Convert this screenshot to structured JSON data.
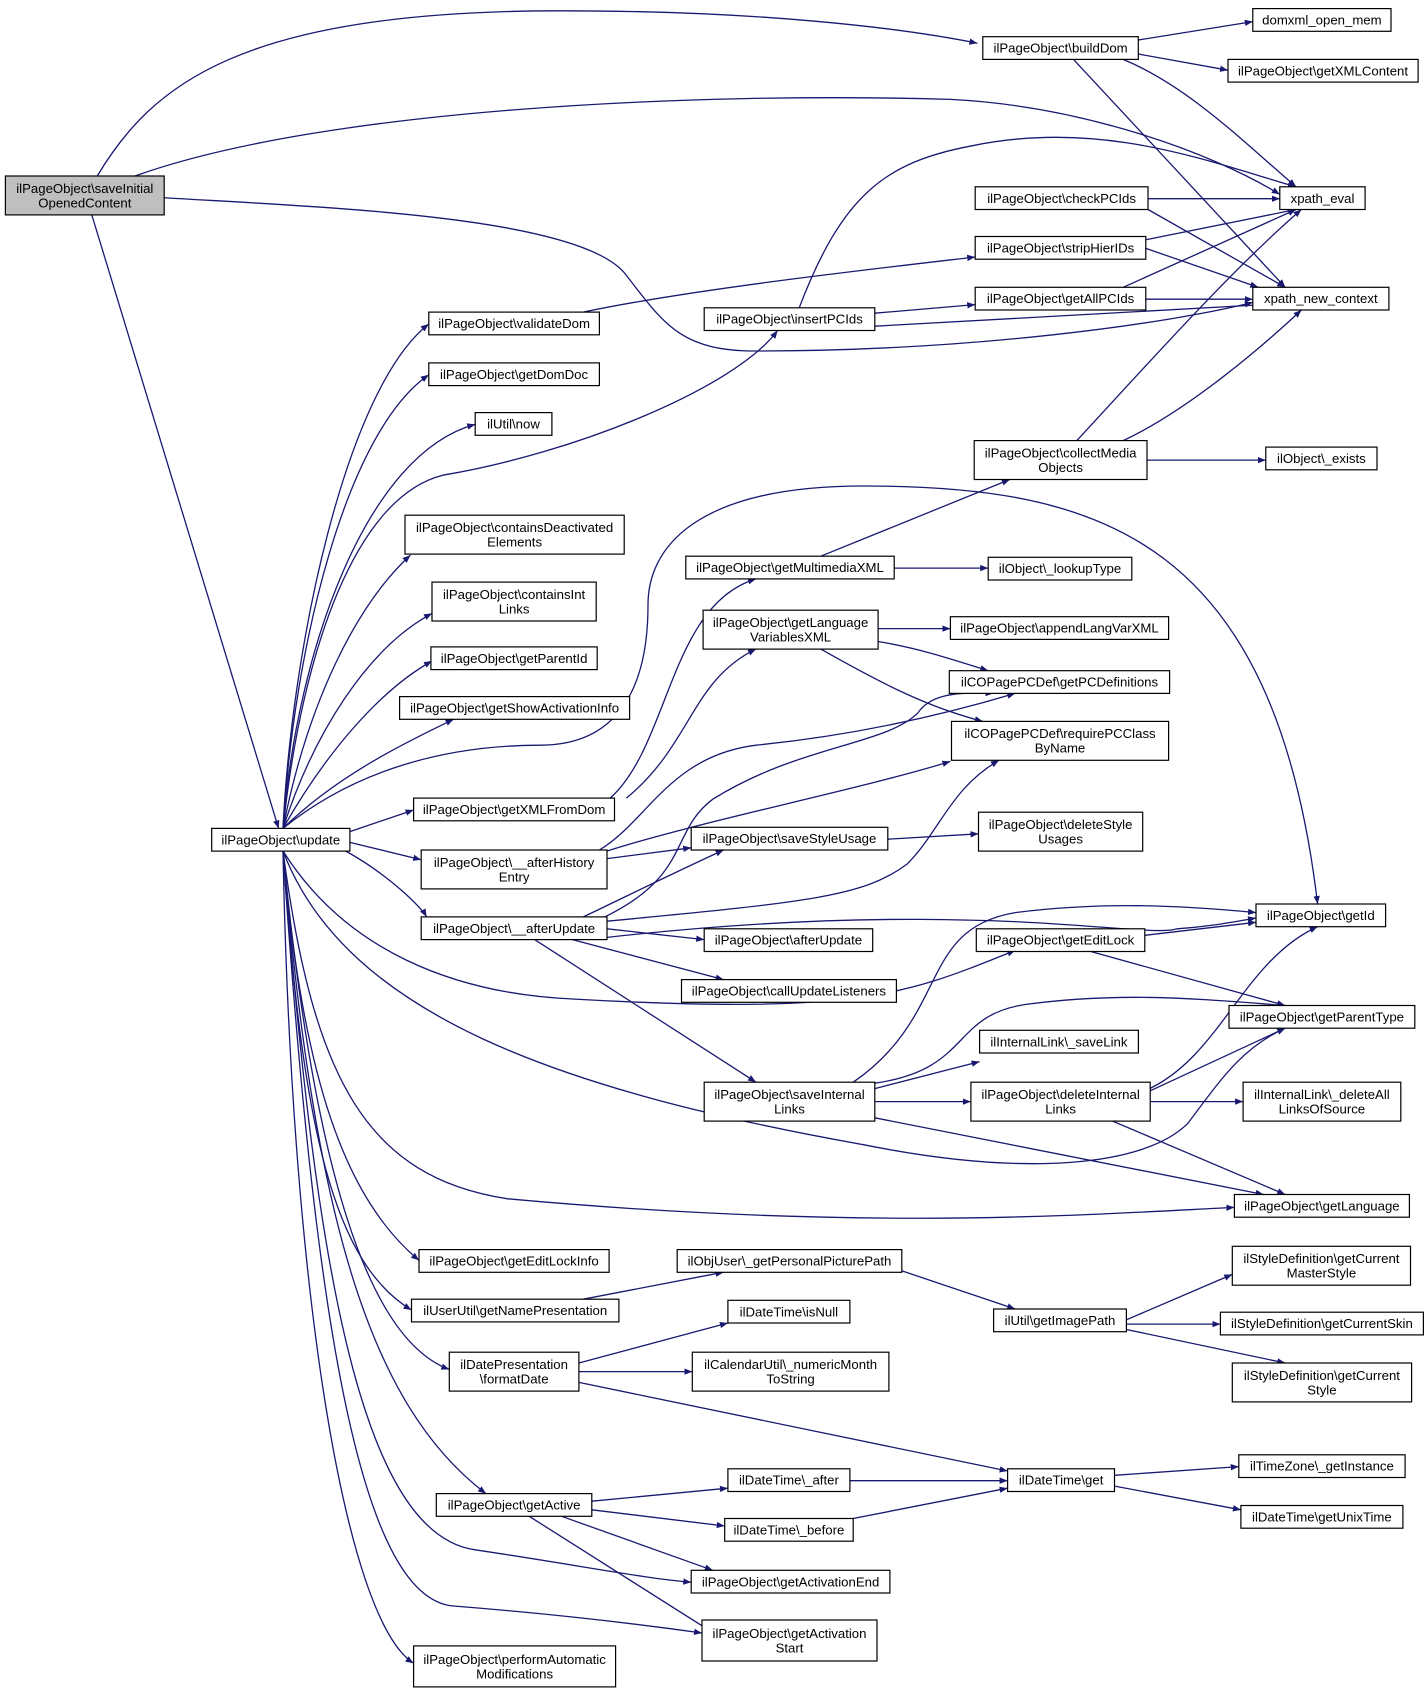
{
  "graph": {
    "edge_color": "#191970",
    "root_fill": "#bfbfbf",
    "nodes": [
      {
        "id": "saveInitial",
        "lines": [
          "ilPageObject\\saveInitial",
          "OpenedContent"
        ]
      },
      {
        "id": "buildDom",
        "lines": [
          "ilPageObject\\buildDom"
        ]
      },
      {
        "id": "domxml",
        "lines": [
          "domxml_open_mem"
        ]
      },
      {
        "id": "getXMLContent",
        "lines": [
          "ilPageObject\\getXMLContent"
        ]
      },
      {
        "id": "xpath_eval",
        "lines": [
          "xpath_eval"
        ]
      },
      {
        "id": "xpath_new",
        "lines": [
          "xpath_new_context"
        ]
      },
      {
        "id": "checkPCIds",
        "lines": [
          "ilPageObject\\checkPCIds"
        ]
      },
      {
        "id": "stripHierIDs",
        "lines": [
          "ilPageObject\\stripHierIDs"
        ]
      },
      {
        "id": "getAllPCIds",
        "lines": [
          "ilPageObject\\getAllPCIds"
        ]
      },
      {
        "id": "insertPCIds",
        "lines": [
          "ilPageObject\\insertPCIds"
        ]
      },
      {
        "id": "validateDom",
        "lines": [
          "ilPageObject\\validateDom"
        ]
      },
      {
        "id": "getDomDoc",
        "lines": [
          "ilPageObject\\getDomDoc"
        ]
      },
      {
        "id": "now",
        "lines": [
          "ilUtil\\now"
        ]
      },
      {
        "id": "collectMedia",
        "lines": [
          "ilPageObject\\collectMedia",
          "Objects"
        ]
      },
      {
        "id": "exists",
        "lines": [
          "ilObject\\_exists"
        ]
      },
      {
        "id": "containsDeact",
        "lines": [
          "ilPageObject\\containsDeactivated",
          "Elements"
        ]
      },
      {
        "id": "getMultimedia",
        "lines": [
          "ilPageObject\\getMultimediaXML"
        ]
      },
      {
        "id": "lookupType",
        "lines": [
          "ilObject\\_lookupType"
        ]
      },
      {
        "id": "containsInt",
        "lines": [
          "ilPageObject\\containsInt",
          "Links"
        ]
      },
      {
        "id": "getLangVars",
        "lines": [
          "ilPageObject\\getLanguage",
          "VariablesXML"
        ]
      },
      {
        "id": "appendLangVar",
        "lines": [
          "ilPageObject\\appendLangVarXML"
        ]
      },
      {
        "id": "getParentId",
        "lines": [
          "ilPageObject\\getParentId"
        ]
      },
      {
        "id": "getPCDefs",
        "lines": [
          "ilCOPagePCDef\\getPCDefinitions"
        ]
      },
      {
        "id": "getShowAct",
        "lines": [
          "ilPageObject\\getShowActivationInfo"
        ]
      },
      {
        "id": "requirePC",
        "lines": [
          "ilCOPagePCDef\\requirePCClass",
          "ByName"
        ]
      },
      {
        "id": "getXMLFromDom",
        "lines": [
          "ilPageObject\\getXMLFromDom"
        ]
      },
      {
        "id": "update",
        "lines": [
          "ilPageObject\\update"
        ]
      },
      {
        "id": "afterHistory",
        "lines": [
          "ilPageObject\\__afterHistory",
          "Entry"
        ]
      },
      {
        "id": "saveStyle",
        "lines": [
          "ilPageObject\\saveStyleUsage"
        ]
      },
      {
        "id": "deleteStyle",
        "lines": [
          "ilPageObject\\deleteStyle",
          "Usages"
        ]
      },
      {
        "id": "getId",
        "lines": [
          "ilPageObject\\getId"
        ]
      },
      {
        "id": "_afterUpdate",
        "lines": [
          "ilPageObject\\__afterUpdate"
        ]
      },
      {
        "id": "getEditLock",
        "lines": [
          "ilPageObject\\getEditLock"
        ]
      },
      {
        "id": "afterUpdate",
        "lines": [
          "ilPageObject\\afterUpdate"
        ]
      },
      {
        "id": "callUpdate",
        "lines": [
          "ilPageObject\\callUpdateListeners"
        ]
      },
      {
        "id": "getParentType",
        "lines": [
          "ilPageObject\\getParentType"
        ]
      },
      {
        "id": "saveLink",
        "lines": [
          "ilInternalLink\\_saveLink"
        ]
      },
      {
        "id": "saveInternal",
        "lines": [
          "ilPageObject\\saveInternal",
          "Links"
        ]
      },
      {
        "id": "deleteInternal",
        "lines": [
          "ilPageObject\\deleteInternal",
          "Links"
        ]
      },
      {
        "id": "deleteAll",
        "lines": [
          "ilInternalLink\\_deleteAll",
          "LinksOfSource"
        ]
      },
      {
        "id": "getLanguage",
        "lines": [
          "ilPageObject\\getLanguage"
        ]
      },
      {
        "id": "getEditLockInfo",
        "lines": [
          "ilPageObject\\getEditLockInfo"
        ]
      },
      {
        "id": "getPicture",
        "lines": [
          "ilObjUser\\_getPersonalPicturePath"
        ]
      },
      {
        "id": "masterStyle",
        "lines": [
          "ilStyleDefinition\\getCurrent",
          "MasterStyle"
        ]
      },
      {
        "id": "getNamePres",
        "lines": [
          "ilUserUtil\\getNamePresentation"
        ]
      },
      {
        "id": "isNull",
        "lines": [
          "ilDateTime\\isNull"
        ]
      },
      {
        "id": "getImagePath",
        "lines": [
          "ilUtil\\getImagePath"
        ]
      },
      {
        "id": "currentSkin",
        "lines": [
          "ilStyleDefinition\\getCurrentSkin"
        ]
      },
      {
        "id": "formatDate",
        "lines": [
          "ilDatePresentation",
          "\\formatDate"
        ]
      },
      {
        "id": "numericMonth",
        "lines": [
          "ilCalendarUtil\\_numericMonth",
          "ToString"
        ]
      },
      {
        "id": "currentStyle",
        "lines": [
          "ilStyleDefinition\\getCurrent",
          "Style"
        ]
      },
      {
        "id": "getInstance",
        "lines": [
          "ilTimeZone\\_getInstance"
        ]
      },
      {
        "id": "after",
        "lines": [
          "ilDateTime\\_after"
        ]
      },
      {
        "id": "dtget",
        "lines": [
          "ilDateTime\\get"
        ]
      },
      {
        "id": "getActive",
        "lines": [
          "ilPageObject\\getActive"
        ]
      },
      {
        "id": "unixTime",
        "lines": [
          "ilDateTime\\getUnixTime"
        ]
      },
      {
        "id": "before",
        "lines": [
          "ilDateTime\\_before"
        ]
      },
      {
        "id": "actEnd",
        "lines": [
          "ilPageObject\\getActivationEnd"
        ]
      },
      {
        "id": "actStart",
        "lines": [
          "ilPageObject\\getActivation",
          "Start"
        ]
      },
      {
        "id": "performAuto",
        "lines": [
          "ilPageObject\\performAutomatic",
          "Modifications"
        ]
      }
    ]
  }
}
